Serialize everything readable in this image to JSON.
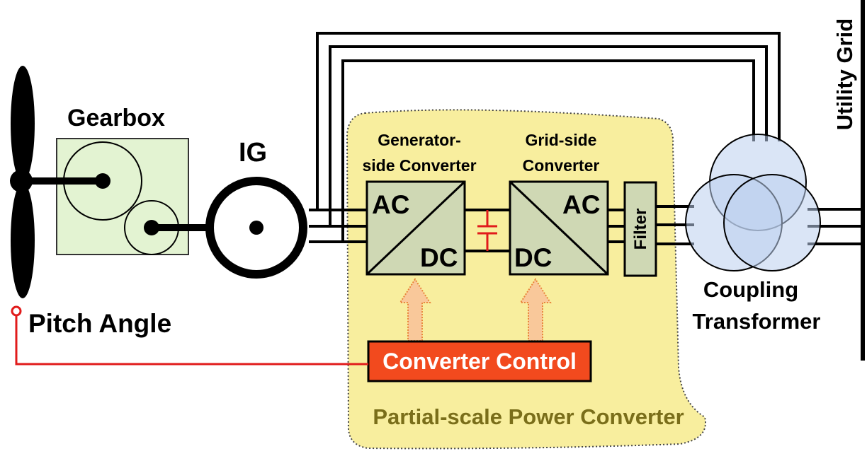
{
  "labels": {
    "gearbox": "Gearbox",
    "ig": "IG",
    "pitch_angle": "Pitch Angle",
    "gen_conv_line1": "Generator-",
    "gen_conv_line2": "side Converter",
    "grid_conv_line1": "Grid-side",
    "grid_conv_line2": "Converter",
    "ac_left": "AC",
    "dc_left": "DC",
    "ac_right": "AC",
    "dc_right": "DC",
    "filter": "Filter",
    "coupling_line1": "Coupling",
    "coupling_line2": "Transformer",
    "utility_grid": "Utility Grid",
    "converter_control": "Converter Control",
    "partial_scale": "Partial-scale Power Converter"
  },
  "colors": {
    "region_fill": "#f8ee9e",
    "gearbox_fill": "#e3f3d2",
    "converter_fill": "#cfd8b4",
    "transformer_fill": "#c9daf0",
    "control_fill": "#f24a1e",
    "control_line": "#e11b1b",
    "arrow_fill": "#f9c89a",
    "region_text": "#7a6e1a"
  },
  "icons": {
    "turbine": "wind-turbine-blades-icon",
    "gearbox": "gearbox-gears-icon",
    "generator": "induction-generator-icon",
    "capacitor": "dc-link-capacitor-icon",
    "transformer": "three-winding-transformer-icon"
  }
}
